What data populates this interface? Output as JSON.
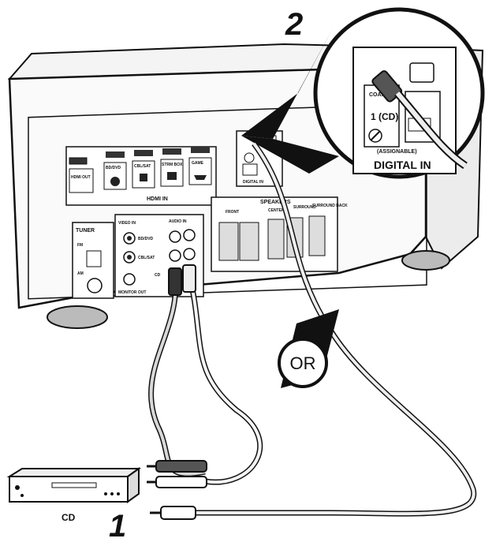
{
  "steps": {
    "cd_step": "1",
    "digital_step": "2"
  },
  "or_label": "OR",
  "device_label": "CD",
  "receiver": {
    "hdmi_out": "HDMI OUT",
    "hdmi_inputs": [
      "BD/DVD",
      "CBL/SAT",
      "STRM BOX",
      "GAME"
    ],
    "hdmi_in": "HDMI IN",
    "tuner": "TUNER",
    "fm": "FM",
    "am": "AM",
    "video_in": "VIDEO IN",
    "audio_in": "AUDIO IN",
    "jack_bd": "BD/DVD",
    "jack_cbl": "CBL/SAT",
    "jack_cd": "CD",
    "monitor_out": "MONITOR OUT",
    "digital_in_small": "DIGITAL IN",
    "speakers": "SPEAKERS",
    "front": "FRONT",
    "center": "CENTER",
    "surround": "SURROUND",
    "surround_back": "SURROUND BACK"
  },
  "zoom": {
    "coaxial": "COAXIAL",
    "port": "1 (CD)",
    "assignable": "(ASSIGNABLE)",
    "digital_in": "DIGITAL IN"
  }
}
